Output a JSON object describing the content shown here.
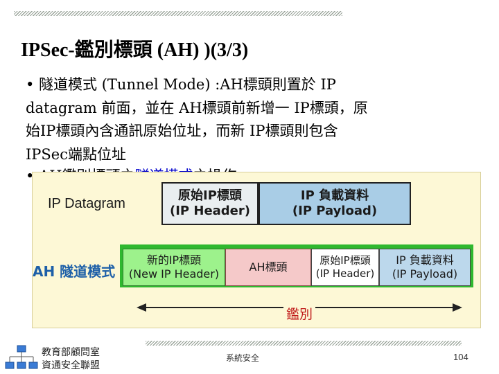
{
  "slide": {
    "title": "IPSec-鑑別標頭 (AH) )(3/3)",
    "paragraph_lines": [
      "• 隧道模式 (Tunnel Mode) :AH標頭則置於 IP",
      "datagram 前面，並在 AH標頭前新增一 IP標頭，原",
      "始IP標頭內含通訊原始位址，而新 IP標頭則包含",
      "IPSec端點位址"
    ],
    "bullet2_prefix": "• AH鑑別標頭之",
    "bullet2_highlight": "隧道模式",
    "bullet2_suffix": "之操作"
  },
  "figure": {
    "datagram_label": "IP Datagram",
    "ah_tunnel_label": "AH 隧道模式",
    "orig_header_zh": "原始IP標頭",
    "orig_header_en": "(IP Header)",
    "payload_zh": "IP 負載資料",
    "payload_en": "(IP Payload)",
    "new_header_zh": "新的IP標頭",
    "new_header_en": "(New IP Header)",
    "ah_header": "AH標頭",
    "orig_header2_zh": "原始IP標頭",
    "orig_header2_en": "(IP Header)",
    "payload2_zh": "IP 負載資料",
    "payload2_en": "(IP Payload)",
    "auth_label": "鑑別",
    "colors": {
      "new_header": "#9df28c",
      "ah_header": "#f5c9c9",
      "payload": "#a9cde6",
      "auth": "#c01818"
    }
  },
  "footer": {
    "org_line1": "教育部顧問室",
    "org_line2": "資通安全聯盟",
    "logo_icon": "network-logo-icon",
    "topic": "系統安全",
    "page_number": "104"
  }
}
